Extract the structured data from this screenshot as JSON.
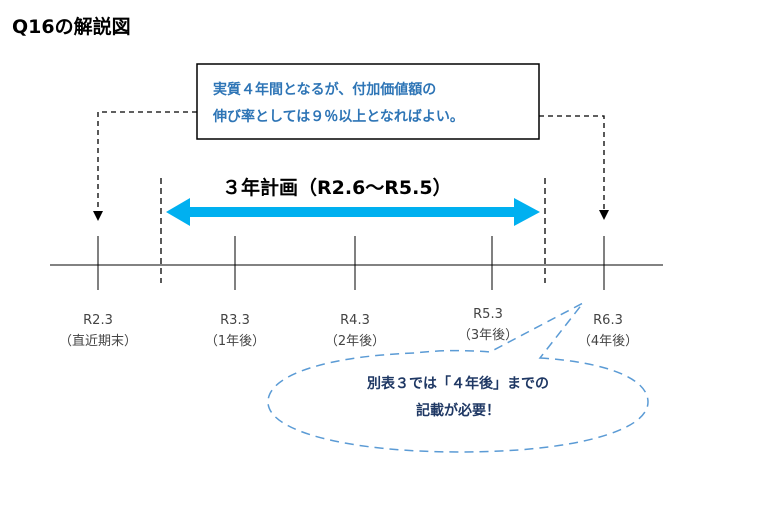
{
  "title": "Q16の解説図",
  "note": {
    "line1": "実質４年間となるが、付加価値額の",
    "line2": "伸び率としては９％以上となればよい。"
  },
  "plan_label": "３年計画（R2.6〜R5.5）",
  "timeline": [
    {
      "date": "R2.3",
      "sub": "（直近期末）"
    },
    {
      "date": "R3.3",
      "sub": "（1年後）"
    },
    {
      "date": "R4.3",
      "sub": "（2年後）"
    },
    {
      "date": "R5.3",
      "sub": "（3年後）"
    },
    {
      "date": "R6.3",
      "sub": "（4年後）"
    }
  ],
  "bubble": {
    "line1": "別表３では「４年後」までの",
    "line2": "記載が必要！"
  },
  "colors": {
    "note_text": "#2E75B6",
    "arrow": "#00B0F0",
    "bubble_border": "#5B9BD5",
    "bubble_text": "#1F3864"
  }
}
